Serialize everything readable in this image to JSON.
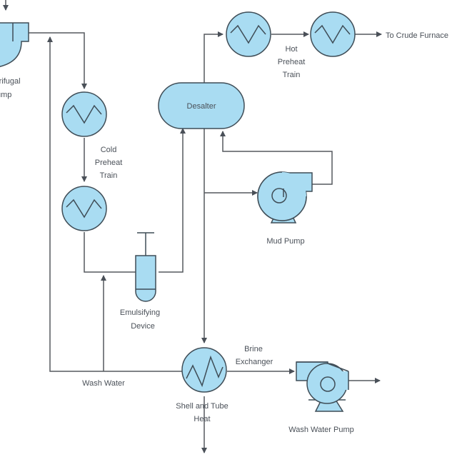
{
  "labels": {
    "centrifugal_pump_line1": "Centrifugal",
    "centrifugal_pump_line2": "Pump",
    "desalter": "Desalter",
    "hot_preheat_line1": "Hot",
    "hot_preheat_line2": "Preheat",
    "hot_preheat_line3": "Train",
    "to_crude_furnace": "To Crude Furnace",
    "cold_preheat_line1": "Cold",
    "cold_preheat_line2": "Preheat",
    "cold_preheat_line3": "Train",
    "mud_pump": "Mud Pump",
    "emulsifying_line1": "Emulsifying",
    "emulsifying_line2": "Device",
    "brine_exchanger_line1": "Brine",
    "brine_exchanger_line2": "Exchanger",
    "wash_water": "Wash Water",
    "shell_tube_line1": "Shell and Tube",
    "shell_tube_line2": "Heat",
    "wash_water_pump": "Wash Water Pump"
  },
  "colors": {
    "equipment_fill": "#a9dcf2",
    "equipment_stroke": "#3f4d57",
    "pipe": "#55595f",
    "text": "#4a5058"
  }
}
